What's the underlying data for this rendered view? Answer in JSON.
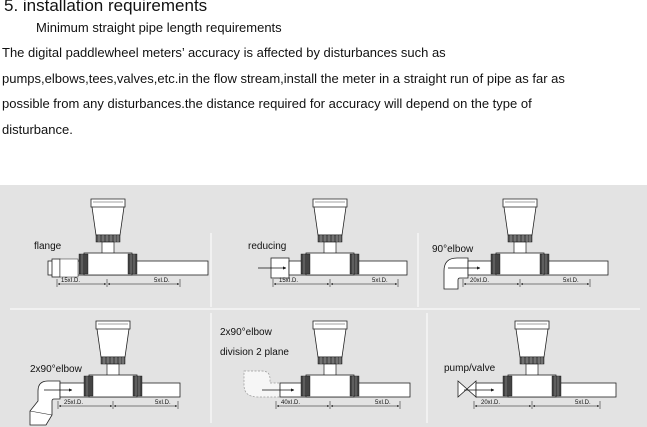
{
  "section": {
    "heading": "5. installation requirements",
    "subheading": "Minimum straight pipe length requirements"
  },
  "paragraph": {
    "line1": "The digital paddlewheel meters’ accuracy is affected by disturbances such as",
    "line2": "pumps,elbows,tees,valves,etc.in the flow stream,install the meter in a straight run of pipe as far as",
    "line3": "possible from any disturbances.the distance required for accuracy will depend on the type of",
    "line4": "disturbance."
  },
  "diagrams": [
    {
      "label": "flange",
      "upstream": "15xI.D.",
      "downstream": "5xI.D."
    },
    {
      "label": "reducing",
      "upstream": "15xI.D.",
      "downstream": "5xI.D."
    },
    {
      "label": "90°elbow",
      "upstream": "20xI.D.",
      "downstream": "5xI.D."
    },
    {
      "label": "2x90°elbow",
      "upstream": "25xI.D.",
      "downstream": "5xI.D."
    },
    {
      "label": "2x90°elbow",
      "label2": "division 2 plane",
      "upstream": "40xI.D.",
      "downstream": "5xI.D."
    },
    {
      "label": "pump/valve",
      "upstream": "20xI.D.",
      "downstream": "5xI.D."
    }
  ]
}
